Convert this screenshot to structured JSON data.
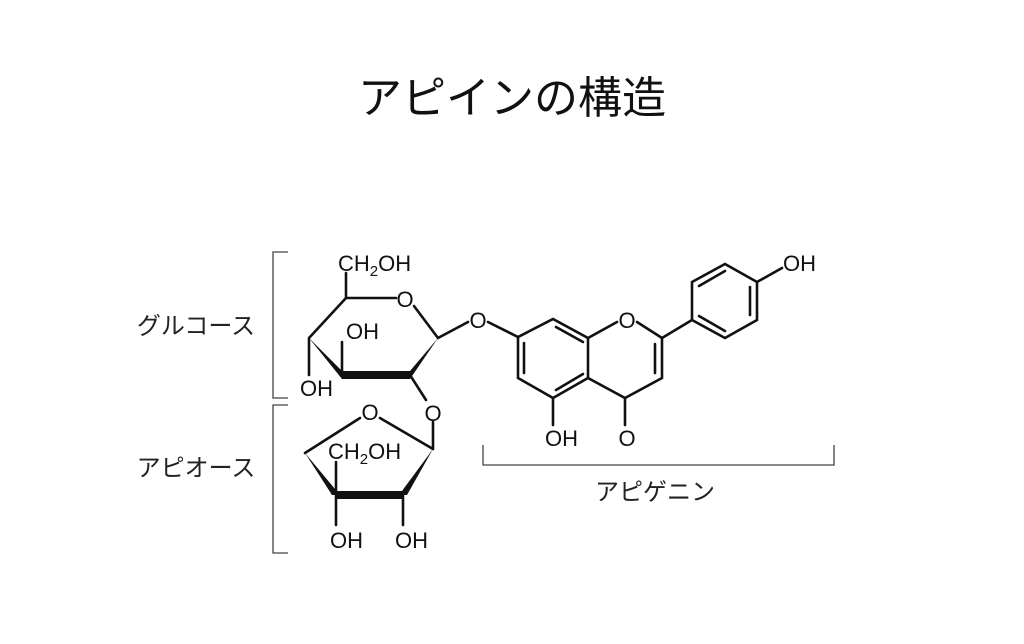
{
  "title": "アピインの構造",
  "labels": {
    "glucose": "グルコース",
    "apiose": "アピオース",
    "apigenin": "アピゲニン"
  },
  "atoms": {
    "ch2oh_c": "CH",
    "ch2oh_sub": "2",
    "ch2oh_oh": "OH",
    "oh": "OH",
    "o": "O"
  }
}
